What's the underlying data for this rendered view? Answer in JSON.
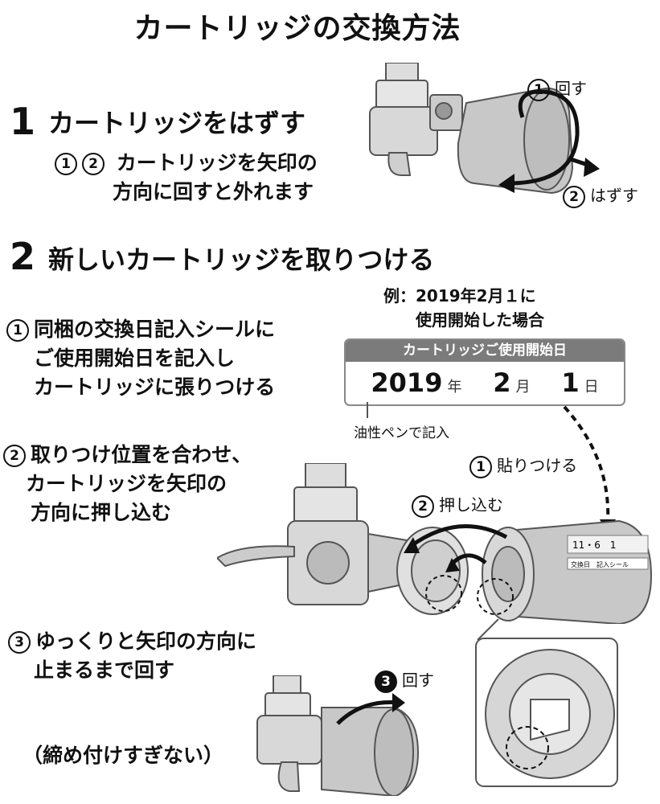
{
  "title": "カートリッジの交換方法",
  "step1": {
    "number": "1",
    "heading": "カートリッジをはずす",
    "desc_markers": [
      "1",
      "2"
    ],
    "desc_lines": [
      "カートリッジを矢印の",
      "方向に回すと外れます"
    ],
    "callout_rotate": {
      "marker": "1",
      "text": "回す"
    },
    "callout_remove": {
      "marker": "2",
      "text": "はずす"
    }
  },
  "step2": {
    "number": "2",
    "heading": "新しいカートリッジを取りつける",
    "example_lines": [
      "例：2019年2月１に",
      "使用開始した場合"
    ],
    "label": {
      "header": "カートリッジご使用開始日",
      "year": "2019",
      "year_unit": "年",
      "month": "2",
      "month_unit": "月",
      "day": "1",
      "day_unit": "日"
    },
    "pen_note": "油性ペンで記入",
    "sub1": {
      "marker": "1",
      "lines": [
        "同梱の交換日記入シールに",
        "ご使用開始日を記入し",
        "カートリッジに張りつける"
      ]
    },
    "sub2": {
      "marker": "2",
      "lines": [
        "取りつけ位置を合わせ、",
        "カートリッジを矢印の",
        "方向に押し込む"
      ]
    },
    "sub3": {
      "marker": "3",
      "lines": [
        "ゆっくりと矢印の方向に",
        "止まるまで回す"
      ]
    },
    "callout_attach": {
      "marker": "1",
      "text": "貼りつける"
    },
    "callout_push": {
      "marker": "2",
      "text": "押し込む"
    },
    "callout_rotate": {
      "marker": "3",
      "text": "回す"
    },
    "caution": "（締め付けすぎない）",
    "sticker_text": "交換日　記入シール",
    "sticker_date": "11・6　1"
  }
}
